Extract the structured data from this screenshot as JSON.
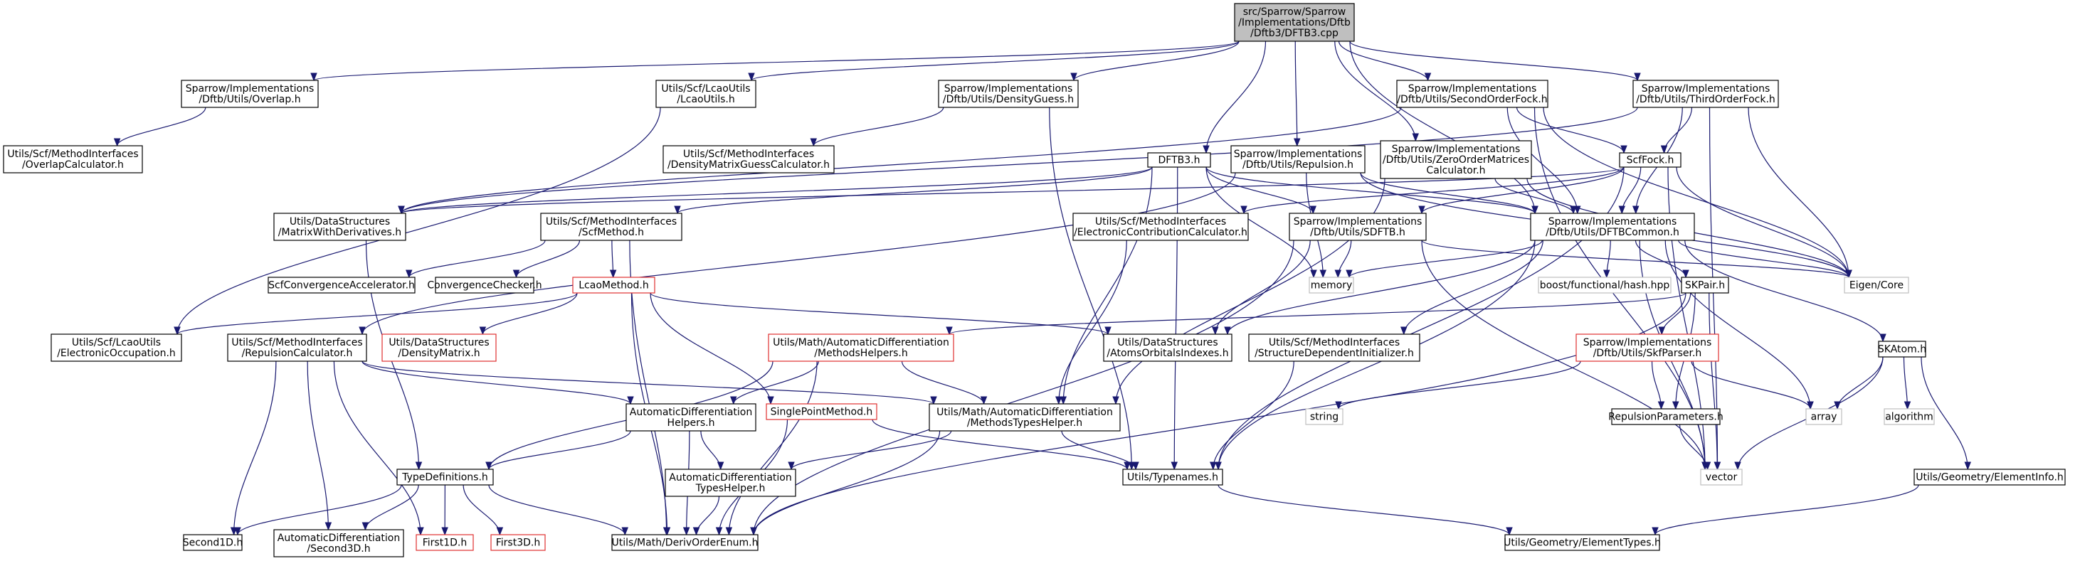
{
  "colors": {
    "normal": "#000000",
    "truncated": "#e03030",
    "system": "#bfbfbf",
    "root_fill": "#bfbfbf",
    "edge": "#191970"
  },
  "nodes": [
    {
      "id": "root",
      "lines": [
        "src/Sparrow/Sparrow",
        "/Implementations/Dftb",
        "/Dftb3/DFTB3.cpp"
      ],
      "kind": "root"
    },
    {
      "id": "overlap",
      "lines": [
        "Sparrow/Implementations",
        "/Dftb/Utils/Overlap.h"
      ],
      "kind": "normal"
    },
    {
      "id": "lcaoutils",
      "lines": [
        "Utils/Scf/LcaoUtils",
        "/LcaoUtils.h"
      ],
      "kind": "normal"
    },
    {
      "id": "densityguess",
      "lines": [
        "Sparrow/Implementations",
        "/Dftb/Utils/DensityGuess.h"
      ],
      "kind": "normal"
    },
    {
      "id": "secondorder",
      "lines": [
        "Sparrow/Implementations",
        "/Dftb/Utils/SecondOrderFock.h"
      ],
      "kind": "normal"
    },
    {
      "id": "thirdorder",
      "lines": [
        "Sparrow/Implementations",
        "/Dftb/Utils/ThirdOrderFock.h"
      ],
      "kind": "normal"
    },
    {
      "id": "overlapcalc",
      "lines": [
        "Utils/Scf/MethodInterfaces",
        "/OverlapCalculator.h"
      ],
      "kind": "normal"
    },
    {
      "id": "dmguesscalc",
      "lines": [
        "Utils/Scf/MethodInterfaces",
        "/DensityMatrixGuessCalculator.h"
      ],
      "kind": "normal"
    },
    {
      "id": "dftb3h",
      "lines": [
        "DFTB3.h"
      ],
      "kind": "normal"
    },
    {
      "id": "repulsion",
      "lines": [
        "Sparrow/Implementations",
        "/Dftb/Utils/Repulsion.h"
      ],
      "kind": "normal"
    },
    {
      "id": "zeroorder",
      "lines": [
        "Sparrow/Implementations",
        "/Dftb/Utils/ZeroOrderMatrices",
        "Calculator.h"
      ],
      "kind": "normal"
    },
    {
      "id": "scffock",
      "lines": [
        "ScfFock.h"
      ],
      "kind": "normal"
    },
    {
      "id": "matrixwd",
      "lines": [
        "Utils/DataStructures",
        "/MatrixWithDerivatives.h"
      ],
      "kind": "normal"
    },
    {
      "id": "scfmethod",
      "lines": [
        "Utils/Scf/MethodInterfaces",
        "/ScfMethod.h"
      ],
      "kind": "normal"
    },
    {
      "id": "eleccontrib",
      "lines": [
        "Utils/Scf/MethodInterfaces",
        "/ElectronicContributionCalculator.h"
      ],
      "kind": "normal"
    },
    {
      "id": "sdftb",
      "lines": [
        "Sparrow/Implementations",
        "/Dftb/Utils/SDFTB.h"
      ],
      "kind": "normal"
    },
    {
      "id": "dftbcommon",
      "lines": [
        "Sparrow/Implementations",
        "/Dftb/Utils/DFTBCommon.h"
      ],
      "kind": "normal"
    },
    {
      "id": "scfconv",
      "lines": [
        "ScfConvergenceAccelerator.h"
      ],
      "kind": "normal"
    },
    {
      "id": "convchecker",
      "lines": [
        "ConvergenceChecker.h"
      ],
      "kind": "normal"
    },
    {
      "id": "lcaomethod",
      "lines": [
        "LcaoMethod.h"
      ],
      "kind": "truncated"
    },
    {
      "id": "memory",
      "lines": [
        "memory"
      ],
      "kind": "system"
    },
    {
      "id": "boosthash",
      "lines": [
        "boost/functional/hash.hpp"
      ],
      "kind": "system"
    },
    {
      "id": "eigencore",
      "lines": [
        "Eigen/Core"
      ],
      "kind": "system"
    },
    {
      "id": "skpair",
      "lines": [
        "SKPair.h"
      ],
      "kind": "normal"
    },
    {
      "id": "elecocc",
      "lines": [
        "Utils/Scf/LcaoUtils",
        "/ElectronicOccupation.h"
      ],
      "kind": "normal"
    },
    {
      "id": "repcalc",
      "lines": [
        "Utils/Scf/MethodInterfaces",
        "/RepulsionCalculator.h"
      ],
      "kind": "normal"
    },
    {
      "id": "densitymatrix",
      "lines": [
        "Utils/DataStructures",
        "/DensityMatrix.h"
      ],
      "kind": "truncated"
    },
    {
      "id": "methodshelpers",
      "lines": [
        "Utils/Math/AutomaticDifferentiation",
        "/MethodsHelpers.h"
      ],
      "kind": "truncated"
    },
    {
      "id": "atomsorb",
      "lines": [
        "Utils/DataStructures",
        "/AtomsOrbitalsIndexes.h"
      ],
      "kind": "normal"
    },
    {
      "id": "structdep",
      "lines": [
        "Utils/Scf/MethodInterfaces",
        "/StructureDependentInitializer.h"
      ],
      "kind": "normal"
    },
    {
      "id": "skfparser",
      "lines": [
        "Sparrow/Implementations",
        "/Dftb/Utils/SkfParser.h"
      ],
      "kind": "truncated"
    },
    {
      "id": "skatom",
      "lines": [
        "SKAtom.h"
      ],
      "kind": "normal"
    },
    {
      "id": "autodiffhelpers",
      "lines": [
        "AutomaticDifferentiation",
        "Helpers.h"
      ],
      "kind": "normal"
    },
    {
      "id": "singlepoint",
      "lines": [
        "SinglePointMethod.h"
      ],
      "kind": "truncated"
    },
    {
      "id": "methodstypes",
      "lines": [
        "Utils/Math/AutomaticDifferentiation",
        "/MethodsTypesHelper.h"
      ],
      "kind": "normal"
    },
    {
      "id": "string",
      "lines": [
        "string"
      ],
      "kind": "system"
    },
    {
      "id": "repparams",
      "lines": [
        "RepulsionParameters.h"
      ],
      "kind": "normal"
    },
    {
      "id": "array",
      "lines": [
        "array"
      ],
      "kind": "system"
    },
    {
      "id": "algorithm",
      "lines": [
        "algorithm"
      ],
      "kind": "system"
    },
    {
      "id": "typedefs",
      "lines": [
        "TypeDefinitions.h"
      ],
      "kind": "normal"
    },
    {
      "id": "autodifftypes",
      "lines": [
        "AutomaticDifferentiation",
        "TypesHelper.h"
      ],
      "kind": "normal"
    },
    {
      "id": "typenames",
      "lines": [
        "Utils/Typenames.h"
      ],
      "kind": "normal"
    },
    {
      "id": "vector",
      "lines": [
        "vector"
      ],
      "kind": "system"
    },
    {
      "id": "elementinfo",
      "lines": [
        "Utils/Geometry/ElementInfo.h"
      ],
      "kind": "normal"
    },
    {
      "id": "second1d",
      "lines": [
        "Second1D.h"
      ],
      "kind": "normal"
    },
    {
      "id": "second3d",
      "lines": [
        "AutomaticDifferentiation",
        "/Second3D.h"
      ],
      "kind": "normal"
    },
    {
      "id": "first1d",
      "lines": [
        "First1D.h"
      ],
      "kind": "truncated"
    },
    {
      "id": "first3d",
      "lines": [
        "First3D.h"
      ],
      "kind": "truncated"
    },
    {
      "id": "derivorder",
      "lines": [
        "Utils/Math/DerivOrderEnum.h"
      ],
      "kind": "normal"
    },
    {
      "id": "elementtypes",
      "lines": [
        "Utils/Geometry/ElementTypes.h"
      ],
      "kind": "normal"
    }
  ],
  "edges": [
    [
      "root",
      "overlap"
    ],
    [
      "root",
      "lcaoutils"
    ],
    [
      "root",
      "densityguess"
    ],
    [
      "root",
      "secondorder"
    ],
    [
      "root",
      "thirdorder"
    ],
    [
      "root",
      "dftb3h"
    ],
    [
      "root",
      "repulsion"
    ],
    [
      "root",
      "zeroorder"
    ],
    [
      "root",
      "dftbcommon"
    ],
    [
      "overlap",
      "overlapcalc"
    ],
    [
      "lcaoutils",
      "elecocc"
    ],
    [
      "densityguess",
      "dmguesscalc"
    ],
    [
      "densityguess",
      "typenames"
    ],
    [
      "secondorder",
      "scffock"
    ],
    [
      "secondorder",
      "dftbcommon"
    ],
    [
      "secondorder",
      "matrixwd"
    ],
    [
      "secondorder",
      "eigencore"
    ],
    [
      "secondorder",
      "vector"
    ],
    [
      "thirdorder",
      "scffock"
    ],
    [
      "thirdorder",
      "dftbcommon"
    ],
    [
      "thirdorder",
      "matrixwd"
    ],
    [
      "thirdorder",
      "eigencore"
    ],
    [
      "thirdorder",
      "vector"
    ],
    [
      "dftb3h",
      "scfmethod"
    ],
    [
      "dftb3h",
      "matrixwd"
    ],
    [
      "dftb3h",
      "sdftb"
    ],
    [
      "dftb3h",
      "dftbcommon"
    ],
    [
      "dftb3h",
      "memory"
    ],
    [
      "dftb3h",
      "methodstypes"
    ],
    [
      "dftb3h",
      "typenames"
    ],
    [
      "repulsion",
      "repcalc"
    ],
    [
      "repulsion",
      "dftbcommon"
    ],
    [
      "repulsion",
      "memory"
    ],
    [
      "repulsion",
      "eigencore"
    ],
    [
      "zeroorder",
      "dftbcommon"
    ],
    [
      "zeroorder",
      "methodstypes"
    ],
    [
      "zeroorder",
      "eigencore"
    ],
    [
      "scffock",
      "eleccontrib"
    ],
    [
      "scffock",
      "dftbcommon"
    ],
    [
      "scffock",
      "matrixwd"
    ],
    [
      "scffock",
      "eigencore"
    ],
    [
      "scffock",
      "typenames"
    ],
    [
      "scffock",
      "vector"
    ],
    [
      "scffock",
      "sdftb"
    ],
    [
      "scfmethod",
      "scfconv"
    ],
    [
      "scfmethod",
      "convchecker"
    ],
    [
      "scfmethod",
      "lcaomethod"
    ],
    [
      "scfmethod",
      "derivorder"
    ],
    [
      "eleccontrib",
      "methodstypes"
    ],
    [
      "sdftb",
      "atomsorb"
    ],
    [
      "sdftb",
      "memory"
    ],
    [
      "sdftb",
      "vector"
    ],
    [
      "sdftb",
      "derivorder"
    ],
    [
      "sdftb",
      "eigencore"
    ],
    [
      "dftbcommon",
      "memory"
    ],
    [
      "dftbcommon",
      "boosthash"
    ],
    [
      "dftbcommon",
      "eigencore"
    ],
    [
      "dftbcommon",
      "skpair"
    ],
    [
      "dftbcommon",
      "skatom"
    ],
    [
      "dftbcommon",
      "structdep"
    ],
    [
      "dftbcommon",
      "atomsorb"
    ],
    [
      "dftbcommon",
      "array"
    ],
    [
      "dftbcommon",
      "vector"
    ],
    [
      "dftbcommon",
      "typenames"
    ],
    [
      "lcaomethod",
      "elecocc"
    ],
    [
      "lcaomethod",
      "densitymatrix"
    ],
    [
      "lcaomethod",
      "atomsorb"
    ],
    [
      "lcaomethod",
      "singlepoint"
    ],
    [
      "lcaomethod",
      "derivorder"
    ],
    [
      "skpair",
      "methodshelpers"
    ],
    [
      "skpair",
      "skfparser"
    ],
    [
      "skpair",
      "repparams"
    ],
    [
      "skpair",
      "vector"
    ],
    [
      "skpair",
      "derivorder"
    ],
    [
      "repcalc",
      "second1d"
    ],
    [
      "repcalc",
      "second3d"
    ],
    [
      "repcalc",
      "first1d"
    ],
    [
      "repcalc",
      "autodiffhelpers"
    ],
    [
      "repcalc",
      "methodstypes"
    ],
    [
      "methodshelpers",
      "autodiffhelpers"
    ],
    [
      "methodshelpers",
      "methodstypes"
    ],
    [
      "methodshelpers",
      "typedefs"
    ],
    [
      "methodshelpers",
      "derivorder"
    ],
    [
      "structdep",
      "typenames"
    ],
    [
      "skfparser",
      "repparams"
    ],
    [
      "skfparser",
      "string"
    ],
    [
      "skfparser",
      "array"
    ],
    [
      "skatom",
      "array"
    ],
    [
      "skatom",
      "algorithm"
    ],
    [
      "skatom",
      "vector"
    ],
    [
      "skatom",
      "elementinfo"
    ],
    [
      "autodiffhelpers",
      "typedefs"
    ],
    [
      "autodiffhelpers",
      "autodifftypes"
    ],
    [
      "autodiffhelpers",
      "derivorder"
    ],
    [
      "singlepoint",
      "typenames"
    ],
    [
      "singlepoint",
      "derivorder"
    ],
    [
      "methodstypes",
      "autodifftypes"
    ],
    [
      "methodstypes",
      "typenames"
    ],
    [
      "methodstypes",
      "derivorder"
    ],
    [
      "repparams",
      "vector"
    ],
    [
      "typedefs",
      "second1d"
    ],
    [
      "typedefs",
      "second3d"
    ],
    [
      "typedefs",
      "first1d"
    ],
    [
      "typedefs",
      "first3d"
    ],
    [
      "typedefs",
      "derivorder"
    ],
    [
      "autodifftypes",
      "derivorder"
    ],
    [
      "typenames",
      "elementtypes"
    ],
    [
      "elementinfo",
      "elementtypes"
    ],
    [
      "matrixwd",
      "typedefs"
    ]
  ]
}
